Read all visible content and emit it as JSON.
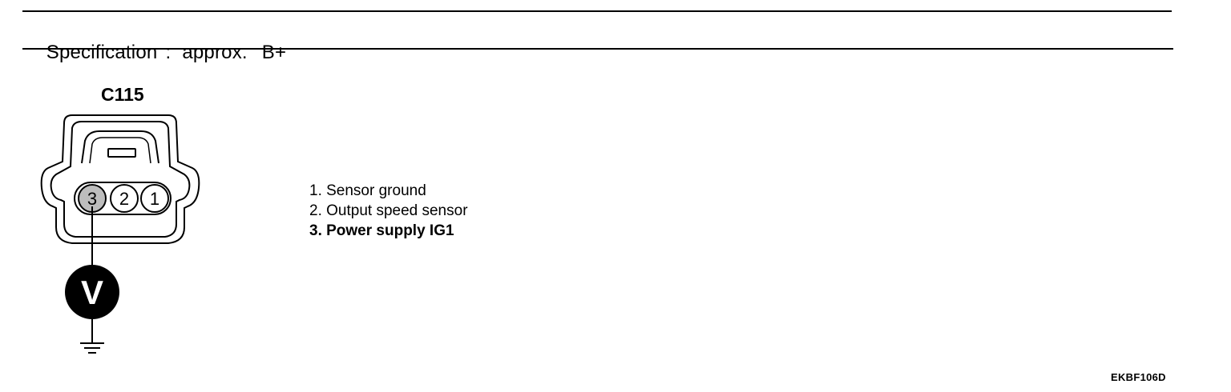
{
  "specification": {
    "label": "Specification",
    "colon": ":",
    "value": "approx.",
    "unit": "B+"
  },
  "connector": {
    "id": "C115",
    "pins": [
      {
        "number": "3",
        "highlighted": true
      },
      {
        "number": "2",
        "highlighted": false
      },
      {
        "number": "1",
        "highlighted": false
      }
    ],
    "meter_symbol": "V"
  },
  "legend": [
    {
      "text": "1. Sensor ground",
      "bold": false
    },
    {
      "text": "2. Output speed sensor",
      "bold": false
    },
    {
      "text": "3. Power supply IG1",
      "bold": true
    }
  ],
  "figure_code": "EKBF106D",
  "colors": {
    "line": "#000000",
    "highlighted_pin": "#bdbdbd",
    "meter_fill": "#000000",
    "meter_text": "#ffffff"
  }
}
